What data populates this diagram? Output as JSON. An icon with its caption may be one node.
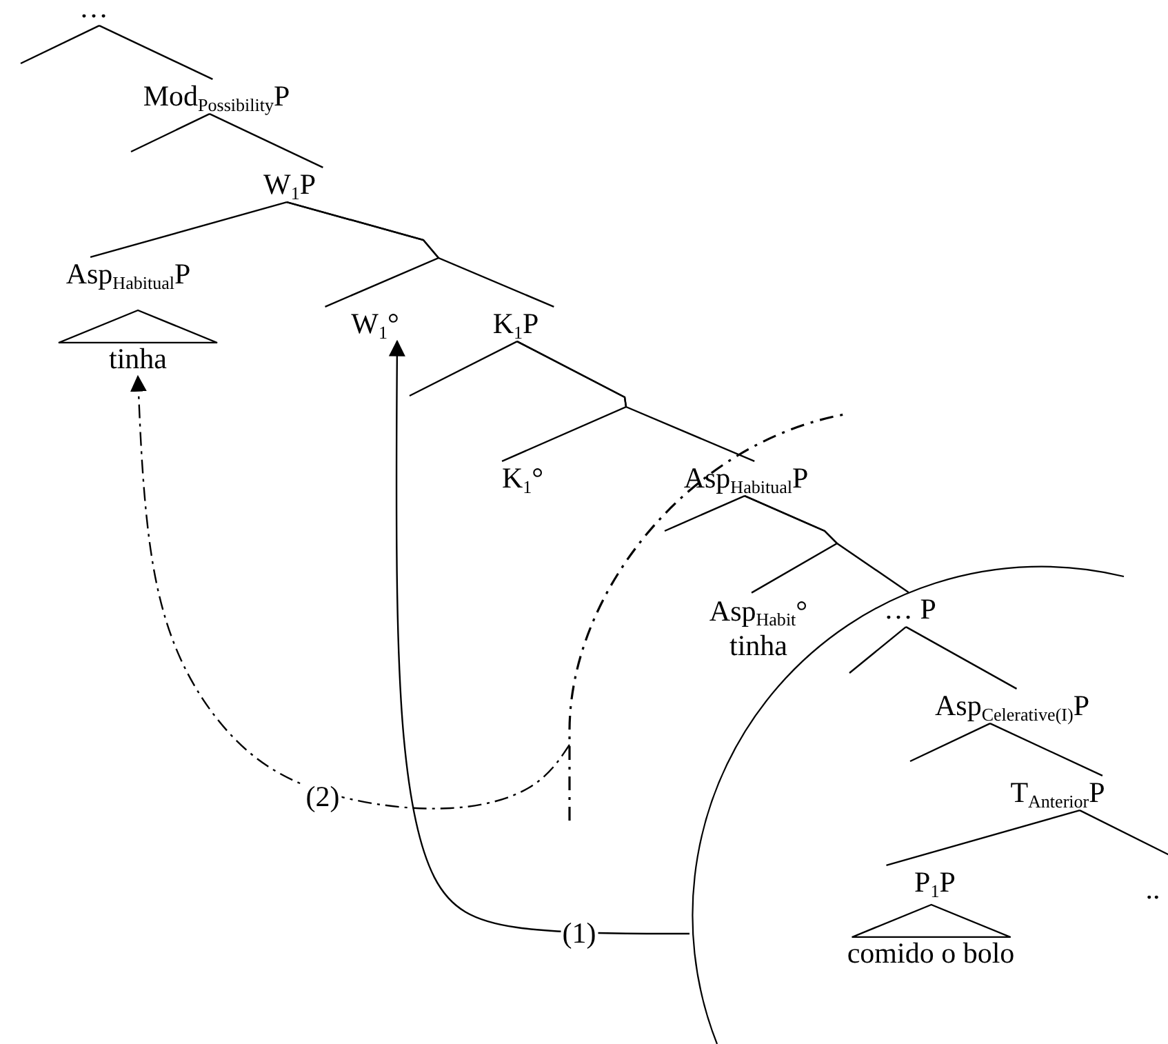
{
  "diagram": {
    "nodes": [
      {
        "text": [
          "…"
        ]
      },
      {
        "text": [
          "Mod$_{Possibility}$P"
        ]
      },
      {
        "text": [
          "W$_{1}$P"
        ]
      },
      {
        "text": [
          "Asp$_{Habitual}$P"
        ]
      },
      {
        "text": [
          "tinha"
        ]
      },
      {
        "text": [
          "W$_{1}$°"
        ]
      },
      {
        "text": [
          "K$_{1}$P"
        ]
      },
      {
        "text": [
          "K$_{1}$°"
        ]
      },
      {
        "text": [
          "Asp$_{Habitual}$P"
        ]
      },
      {
        "text": [
          "Asp$_{Habit}$°",
          "tinha"
        ]
      },
      {
        "text": [
          "… P"
        ]
      },
      {
        "text": [
          "Asp$_{Celerative(I)}$P"
        ]
      },
      {
        "text": [
          "T$_{Anterior}$P"
        ]
      },
      {
        "text": [
          "P$_{1}$P"
        ]
      },
      {
        "text": [
          "comido o bolo"
        ]
      },
      {
        "text": [
          ".."
        ]
      }
    ],
    "edges": [
      {
        "from": 0,
        "to": null,
        "arrow": "none"
      },
      {
        "from": 0,
        "to": 1,
        "arrow": "none"
      },
      {
        "from": 1,
        "to": null,
        "arrow": "none"
      },
      {
        "from": 1,
        "to": 2,
        "arrow": "none"
      },
      {
        "from": 2,
        "to": 3,
        "arrow": "none"
      },
      {
        "from": 2,
        "to": 5,
        "arrow": "none"
      },
      {
        "from": 2,
        "to": 6,
        "arrow": "none"
      },
      {
        "from": 6,
        "to": null,
        "arrow": "none"
      },
      {
        "from": 6,
        "to": 7,
        "arrow": "none"
      },
      {
        "from": 6,
        "to": 8,
        "arrow": "none"
      },
      {
        "from": 8,
        "to": null,
        "arrow": "none"
      },
      {
        "from": 8,
        "to": 9,
        "arrow": "none"
      },
      {
        "from": 8,
        "to": 10,
        "arrow": "none"
      },
      {
        "from": 10,
        "to": null,
        "arrow": "none"
      },
      {
        "from": 10,
        "to": 11,
        "arrow": "none"
      },
      {
        "from": 11,
        "to": null,
        "arrow": "none"
      },
      {
        "from": 11,
        "to": 12,
        "arrow": "none"
      },
      {
        "from": 12,
        "to": 13,
        "arrow": "none"
      },
      {
        "from": 12,
        "to": 15,
        "arrow": "none"
      },
      {
        "from": null,
        "to": 5,
        "arrow": "to",
        "label": "(1)"
      },
      {
        "from": null,
        "to": 4,
        "arrow": "to",
        "label": "(2)",
        "style": "dashed"
      }
    ]
  }
}
